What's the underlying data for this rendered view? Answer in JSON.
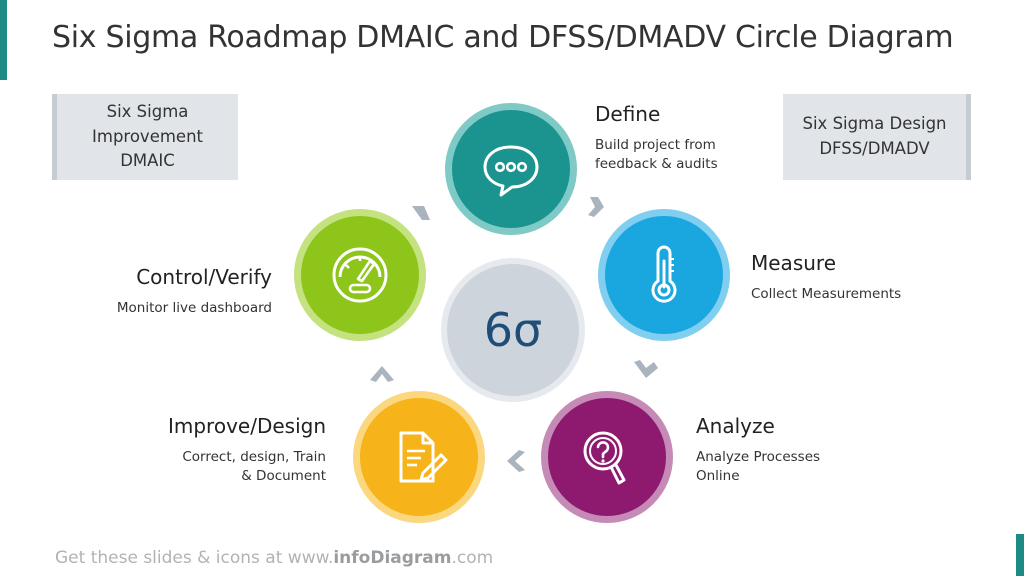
{
  "title": "Six Sigma Roadmap DMAIC and DFSS/DMADV Circle Diagram",
  "box_left": {
    "lines": [
      "Six Sigma",
      "Improvement",
      "DMAIC"
    ]
  },
  "box_right": {
    "lines": [
      "Six Sigma Design",
      "DFSS/DMADV"
    ]
  },
  "center_label": "6σ",
  "steps": [
    {
      "title": "Define",
      "desc": "Build project from\nfeedback & audits",
      "color": "#1b9490",
      "border": "#7fc9c6",
      "icon": "speech-bubble-icon"
    },
    {
      "title": "Measure",
      "desc": "Collect Measurements",
      "color": "#1aa6df",
      "border": "#80cff0",
      "icon": "thermometer-icon"
    },
    {
      "title": "Analyze",
      "desc": "Analyze Processes\nOnline",
      "color": "#8e1a6f",
      "border": "#c58bb6",
      "icon": "magnifier-question-icon"
    },
    {
      "title": "Improve/Design",
      "desc": "Correct, design, Train\n& Document",
      "color": "#f6b31a",
      "border": "#fbd77f",
      "icon": "document-pencil-icon"
    },
    {
      "title": "Control/Verify",
      "desc": "Monitor live dashboard",
      "color": "#8ec51a",
      "border": "#c4e27f",
      "icon": "dashboard-gauge-icon"
    }
  ],
  "footer": {
    "prefix": "Get these slides & icons at www.",
    "brand": "infoDiagram",
    "suffix": ".com"
  },
  "colors": {
    "chevron": "#aab4be",
    "center_fill": "#cdd4dc",
    "center_text": "#1e4e78",
    "accent": "#1e8a86"
  }
}
